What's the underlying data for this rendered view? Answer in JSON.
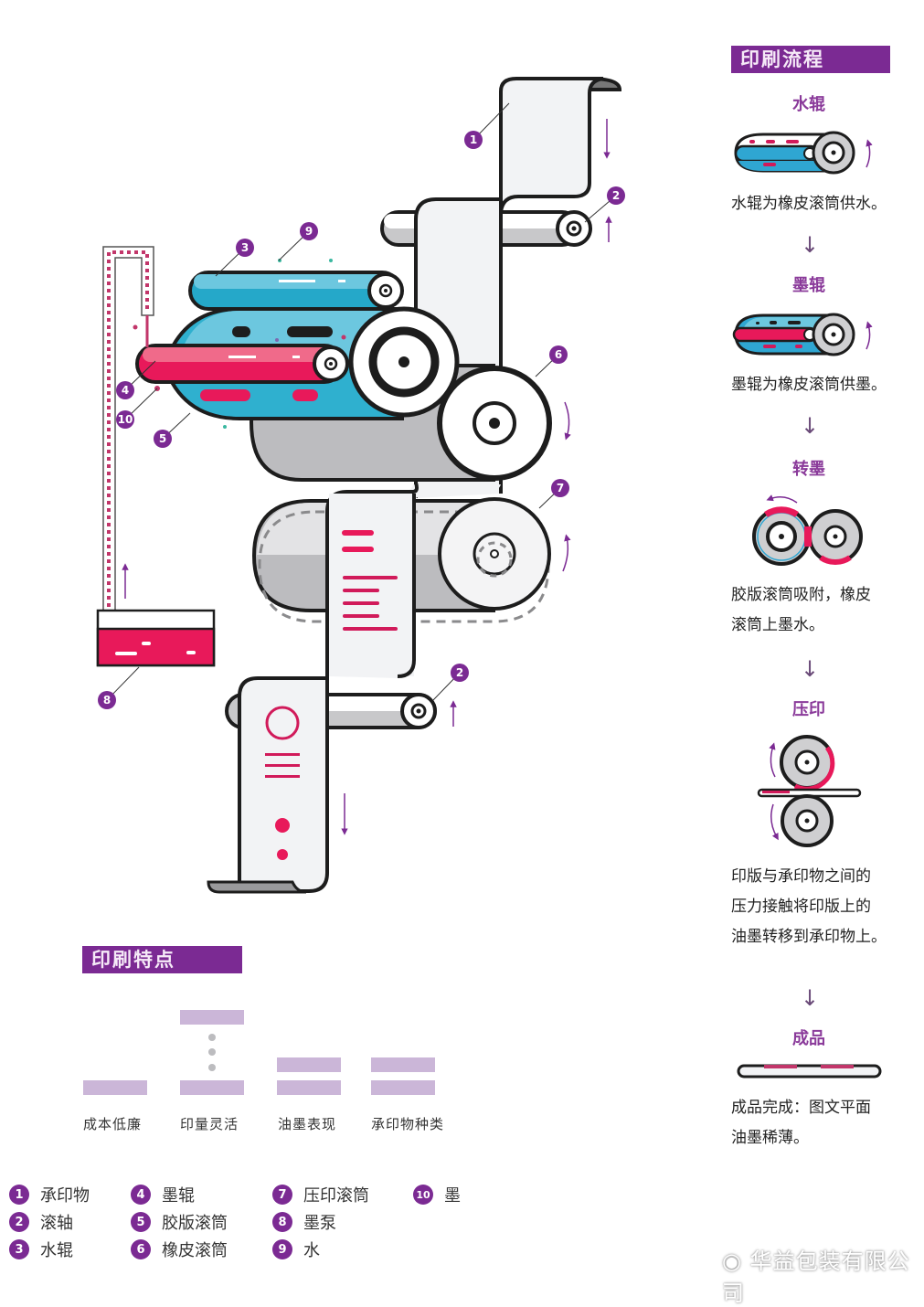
{
  "process": {
    "title": "印刷流程",
    "steps": [
      {
        "title": "水辊",
        "desc": [
          "水辊为橡皮滚筒供水。"
        ]
      },
      {
        "title": "墨辊",
        "desc": [
          "墨辊为橡皮滚筒供墨。"
        ]
      },
      {
        "title": "转墨",
        "desc": [
          "胶版滚筒吸附，橡皮",
          "滚筒上墨水。"
        ]
      },
      {
        "title": "压印",
        "desc": [
          "印版与承印物之间的",
          "压力接触将印版上的",
          "油墨转移到承印物上。"
        ]
      },
      {
        "title": "成品",
        "desc": [
          "成品完成：图文平面",
          "油墨稀薄。"
        ]
      }
    ],
    "arrow": "↓"
  },
  "features": {
    "title": "印刷特点",
    "items": [
      {
        "label": "成本低廉"
      },
      {
        "label": "印量灵活"
      },
      {
        "label": "油墨表现"
      },
      {
        "label": "承印物种类"
      }
    ]
  },
  "diagram": {
    "callouts": [
      "1",
      "2",
      "3",
      "4",
      "5",
      "6",
      "7",
      "8",
      "9",
      "10",
      "2"
    ]
  },
  "legend": [
    {
      "num": "1",
      "label": "承印物"
    },
    {
      "num": "2",
      "label": "滚轴"
    },
    {
      "num": "3",
      "label": "水辊"
    },
    {
      "num": "4",
      "label": "墨辊"
    },
    {
      "num": "5",
      "label": "胶版滚筒"
    },
    {
      "num": "6",
      "label": "橡皮滚筒"
    },
    {
      "num": "7",
      "label": "压印滚筒"
    },
    {
      "num": "8",
      "label": "墨泵"
    },
    {
      "num": "9",
      "label": "水"
    },
    {
      "num": "10",
      "label": "墨"
    }
  ],
  "watermark": "华益包装有限公司",
  "colors": {
    "accent_purple": "#7b2a93",
    "ink_pink": "#e8195a",
    "water_blue": "#3bb8d8",
    "gray": "#c6c6c8",
    "feature_bar": "#cbb6d8"
  }
}
